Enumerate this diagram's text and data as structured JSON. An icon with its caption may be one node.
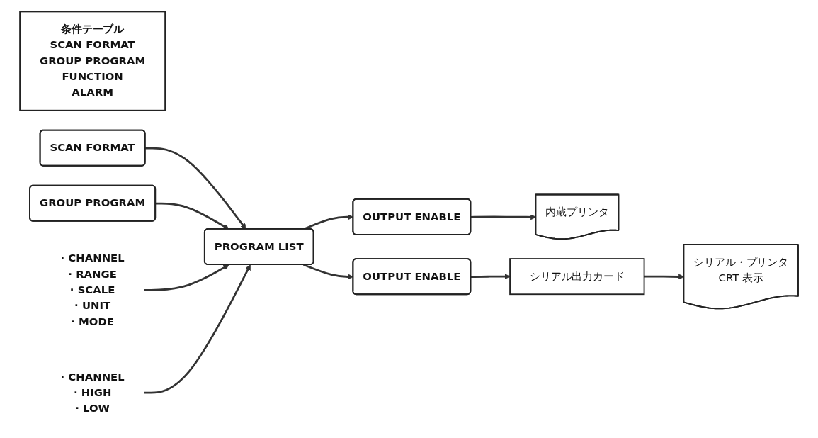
{
  "diagram": {
    "nodes": [
      {
        "text": [
          "条件テーブル",
          "SCAN FORMAT",
          "GROUP PROGRAM",
          "FUNCTION",
          "ALARM"
        ]
      },
      {
        "text": [
          "SCAN FORMAT"
        ]
      },
      {
        "text": [
          "GROUP PROGRAM"
        ]
      },
      {
        "text": [
          "· CHANNEL",
          "· RANGE",
          "· SCALE",
          "· UNIT",
          "· MODE"
        ]
      },
      {
        "text": [
          "· CHANNEL",
          "· HIGH",
          "· LOW"
        ]
      },
      {
        "text": [
          "PROGRAM LIST"
        ]
      },
      {
        "text": [
          "OUTPUT ENABLE"
        ]
      },
      {
        "text": [
          "内蔵プリンタ"
        ]
      },
      {
        "text": [
          "OUTPUT ENABLE"
        ]
      },
      {
        "text": [
          "シリアル出力カード"
        ]
      },
      {
        "text": [
          "シリアル・プリンタ",
          "CRT 表示"
        ]
      }
    ],
    "edges": [
      {
        "from": 1,
        "to": 5,
        "arrow": "to"
      },
      {
        "from": 2,
        "to": 5,
        "arrow": "to"
      },
      {
        "from": 3,
        "to": 5,
        "arrow": "to"
      },
      {
        "from": 4,
        "to": 5,
        "arrow": "to"
      },
      {
        "from": 5,
        "to": 6,
        "arrow": "to"
      },
      {
        "from": 6,
        "to": 7,
        "arrow": "to"
      },
      {
        "from": 5,
        "to": 8,
        "arrow": "to"
      },
      {
        "from": 8,
        "to": 9,
        "arrow": "to"
      },
      {
        "from": 9,
        "to": 10,
        "arrow": "to"
      }
    ]
  }
}
